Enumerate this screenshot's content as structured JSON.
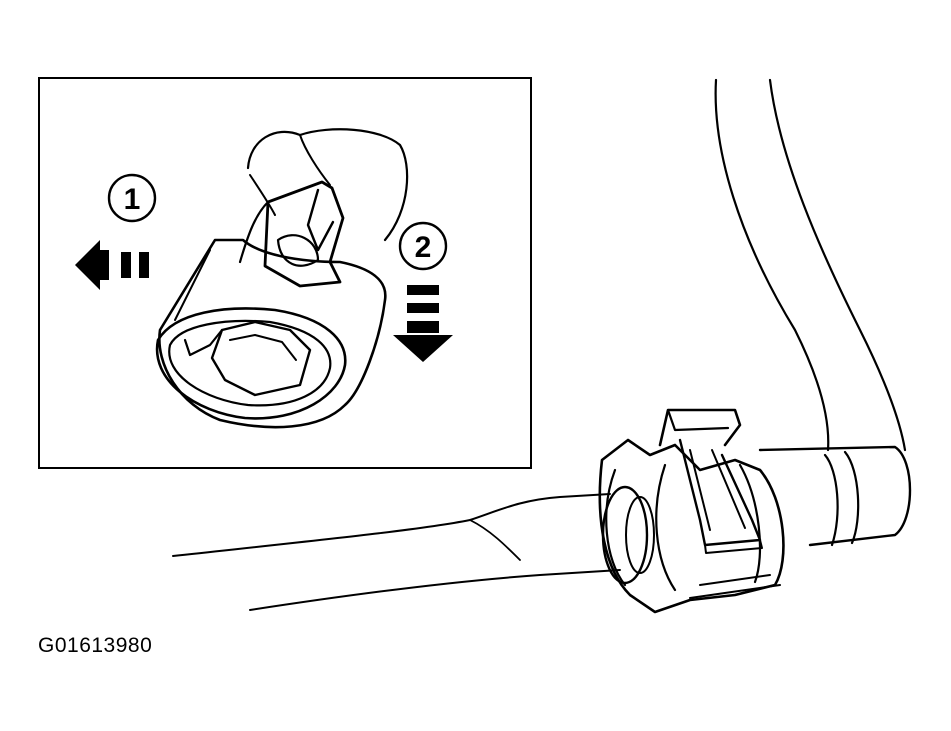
{
  "figure_code": "G01613980",
  "steps": {
    "step1": {
      "number": "1",
      "direction": "left"
    },
    "step2": {
      "number": "2",
      "direction": "down"
    }
  },
  "colors": {
    "ink": "#000000",
    "background": "#ffffff"
  },
  "icons": {
    "arrow1": "dashed-arrow-left-icon",
    "arrow2": "dashed-arrow-down-icon"
  }
}
